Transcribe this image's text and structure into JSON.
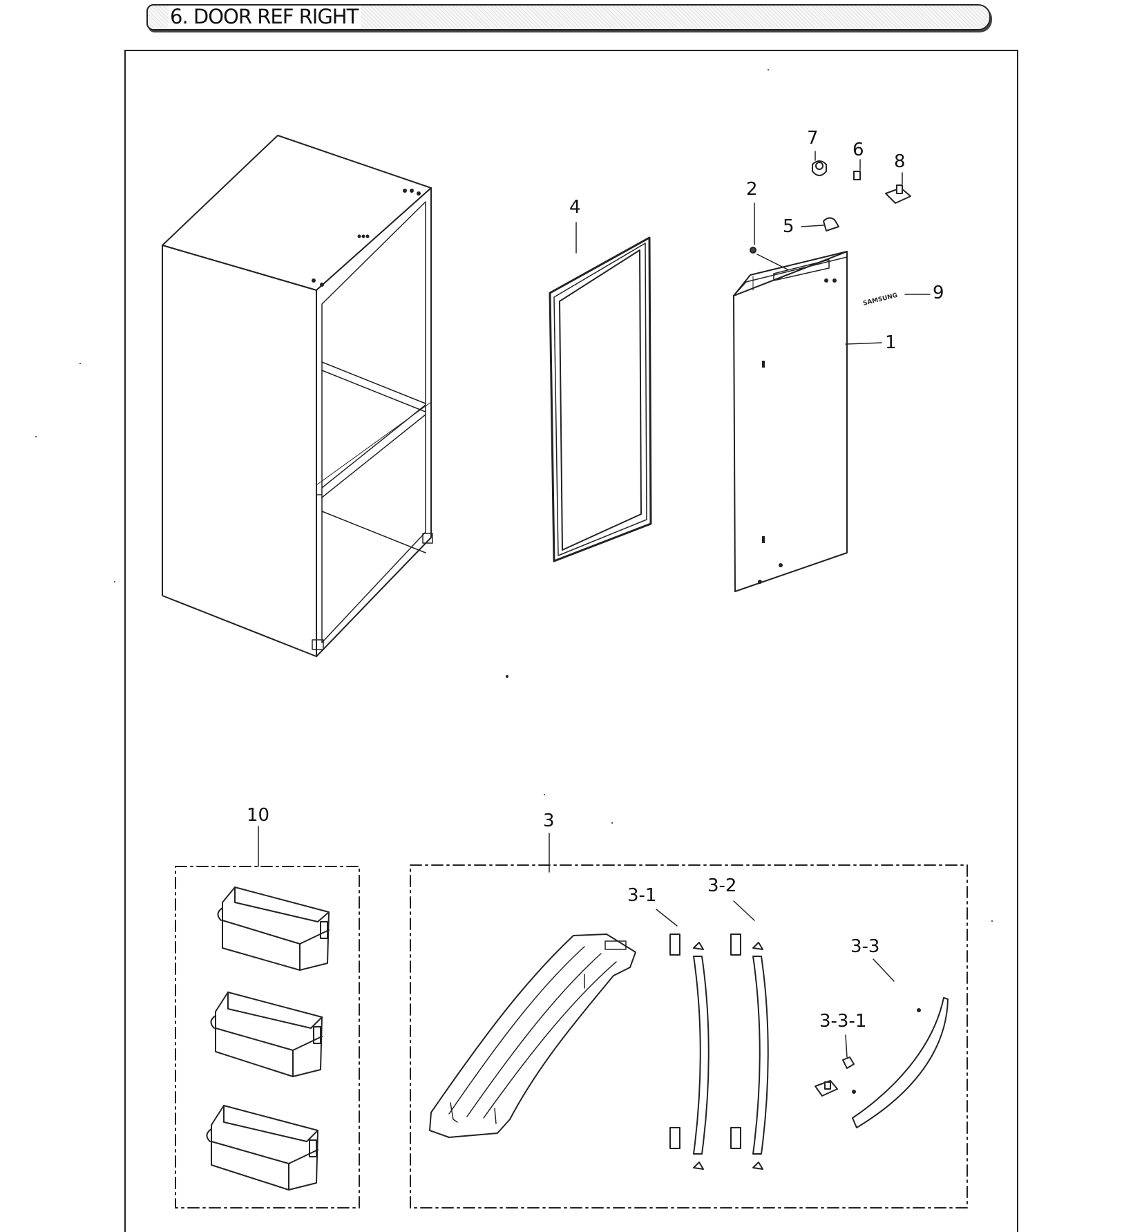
{
  "header": {
    "title": "6. DOOR REF RIGHT"
  },
  "callouts": [
    {
      "id": "c7",
      "text": "7"
    },
    {
      "id": "c6",
      "text": "6"
    },
    {
      "id": "c8",
      "text": "8"
    },
    {
      "id": "c2",
      "text": "2"
    },
    {
      "id": "c4",
      "text": "4"
    },
    {
      "id": "c5",
      "text": "5"
    },
    {
      "id": "c9",
      "text": "9"
    },
    {
      "id": "c1",
      "text": "1"
    },
    {
      "id": "c10",
      "text": "10"
    },
    {
      "id": "c3",
      "text": "3"
    },
    {
      "id": "c31",
      "text": "3-1"
    },
    {
      "id": "c32",
      "text": "3-2"
    },
    {
      "id": "c33",
      "text": "3-3"
    },
    {
      "id": "c331",
      "text": "3-3-1"
    }
  ],
  "door_logo": "SAMSUNG",
  "colors": {
    "line": "#222222",
    "fill": "#ffffff",
    "banner_fill": "#e8e8e8"
  }
}
